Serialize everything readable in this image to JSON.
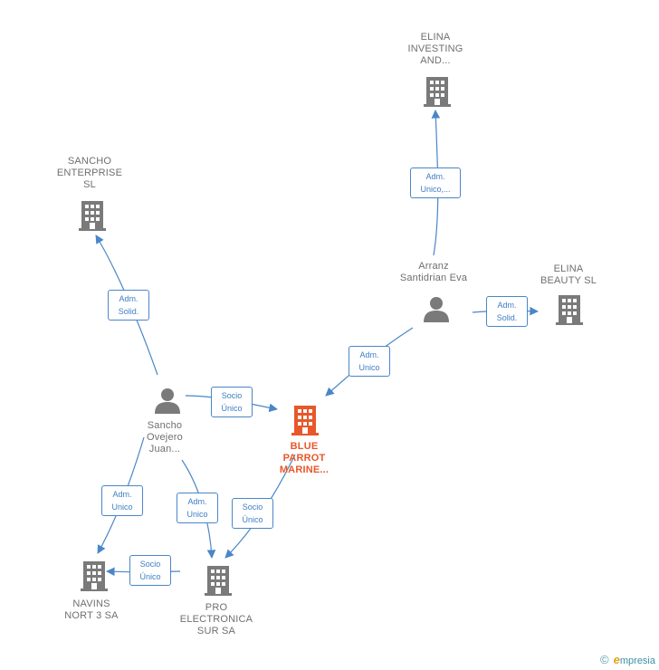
{
  "colors": {
    "edge": "#4a86c8",
    "node": "#6f6f6f",
    "focus": "#e8572a"
  },
  "nodes": {
    "elina_investing": "ELINA\nINVESTING\nAND...",
    "sancho_enterprise": "SANCHO\nENTERPRISE\nSL",
    "arranz": "Arranz\nSantidrian Eva",
    "elina_beauty": "ELINA\nBEAUTY  SL",
    "sancho_person": "Sancho\nOvejero\nJuan...",
    "blue_parrot": "BLUE\nPARROT\nMARINE...",
    "navins": "NAVINS\nNORT 3 SA",
    "pro_electronica": "PRO\nELECTRONICA\nSUR SA"
  },
  "edges": {
    "adm_unico_trunc": "Adm.\nUnico,...",
    "adm_solid_left": "Adm.\nSolid.",
    "adm_solid_right": "Adm.\nSolid.",
    "adm_unico_arranz": "Adm.\nUnico",
    "socio_unico_sancho": "Socio\nÚnico",
    "socio_unico_pro": "Socio\nÚnico",
    "adm_unico_navins": "Adm.\nUnico",
    "adm_unico_pro": "Adm.\nUnico",
    "socio_unico_navins": "Socio\nÚnico"
  },
  "footer": {
    "copyright": "©",
    "brand_initial": "e",
    "brand_rest": "mpresia"
  }
}
